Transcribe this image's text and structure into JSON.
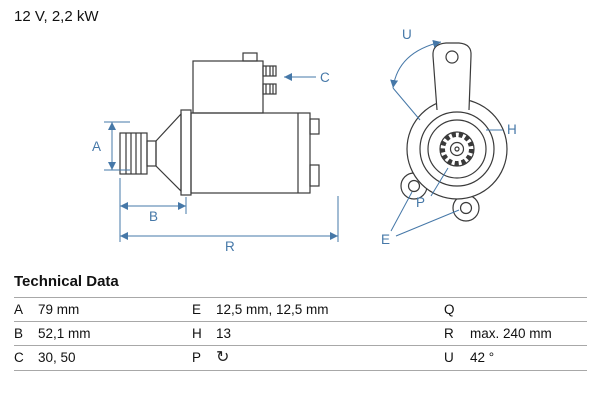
{
  "header": {
    "spec": "12 V, 2,2 kW"
  },
  "diagram": {
    "line_color": "#3a3a3a",
    "dimension_color": "#4678a8",
    "labels": {
      "A": "A",
      "B": "B",
      "C": "C",
      "R": "R",
      "U": "U",
      "H": "H",
      "P": "P",
      "E": "E"
    }
  },
  "table": {
    "title": "Technical Data",
    "rotation_icon": "↻",
    "rows": [
      [
        {
          "key": "A",
          "value": "79 mm"
        },
        {
          "key": "E",
          "value": "12,5 mm, 12,5 mm"
        },
        {
          "key": "Q",
          "value": ""
        }
      ],
      [
        {
          "key": "B",
          "value": "52,1 mm"
        },
        {
          "key": "H",
          "value": "13"
        },
        {
          "key": "R",
          "value": "max. 240 mm"
        }
      ],
      [
        {
          "key": "C",
          "value": "30, 50"
        },
        {
          "key": "P",
          "value": ""
        },
        {
          "key": "U",
          "value": "42 °"
        }
      ]
    ]
  }
}
